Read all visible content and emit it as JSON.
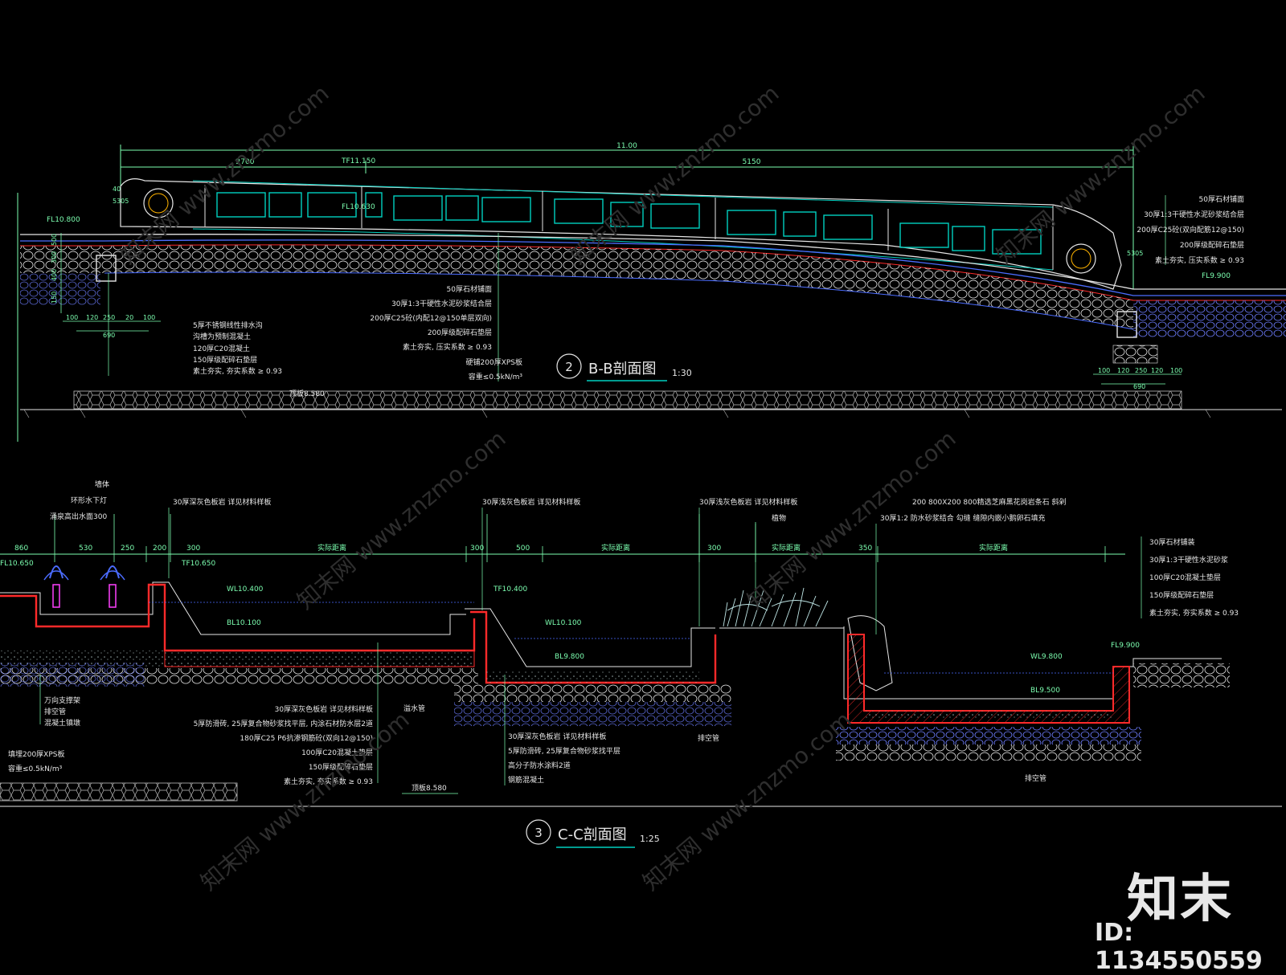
{
  "section_bb": {
    "number": "2",
    "title": "B-B剖面图",
    "scale": "1:30",
    "dims_top": {
      "total": "11.00",
      "left": "2700",
      "right": "5150"
    },
    "elevations": {
      "left_ground": "FL10.800",
      "top": "TF11.150",
      "deck": "FL10.630",
      "right_ground": "FL9.900",
      "base": "顶板8.580"
    },
    "side_marks": {
      "left": "5305",
      "right": "5305",
      "post": "40"
    },
    "left_dims": [
      "100",
      "120",
      "250",
      "20",
      "100"
    ],
    "left_dim_total": "690",
    "right_dims": [
      "100",
      "120",
      "250",
      "120",
      "100"
    ],
    "right_dim_total": "690",
    "vertical_dims": [
      "500",
      "300",
      "400",
      "150"
    ],
    "notes_right": [
      "50厚石材铺面",
      "30厚1:3干硬性水泥砂浆结合层",
      "200厚C25砼(双向配筋12@150)",
      "200厚级配碎石垫层",
      "素土夯实, 压实系数 ≥ 0.93"
    ],
    "notes_mid": [
      "50厚石材铺面",
      "30厚1:3干硬性水泥砂浆结合层",
      "200厚C25砼(内配12@150单层双向)",
      "200厚级配碎石垫层",
      "素土夯实, 压实系数 ≥ 0.93",
      "硬铺200厚XPS板",
      "容重≤0.5kN/m³"
    ],
    "notes_left": [
      "5厚不锈钢线性排水沟",
      "沟槽为预制混凝土",
      "120厚C20混凝土",
      "150厚级配碎石垫层",
      "素土夯实, 夯实系数 ≥ 0.93"
    ]
  },
  "section_cc": {
    "number": "3",
    "title": "C-C剖面图",
    "scale": "1:25",
    "top_labels": [
      "墙体",
      "环形水下灯",
      "涌泉高出水面300",
      "30厚深灰色板岩 详见材料样板",
      "30厚浅灰色板岩 详见材料样板",
      "30厚浅灰色板岩 详见材料样板",
      "植物",
      "200 800X200 800精选芝麻黑花岗岩条石 斜剁",
      "30厚1:2 防水砂浆结合 勾缝 缝隙内嵌小鹅卵石填充"
    ],
    "dims": [
      "860",
      "530",
      "250",
      "200",
      "300",
      "实际距离",
      "300",
      "500",
      "实际距离",
      "300",
      "实际距离",
      "350",
      "实际距离"
    ],
    "elevations": [
      "FL10.650",
      "TF10.650",
      "WL10.400",
      "BL10.100",
      "TF10.400",
      "WL10.100",
      "BL9.800",
      "WL9.800",
      "BL9.500",
      "FL9.900",
      "顶板8.580"
    ],
    "notes_right": [
      "30厚石材铺装",
      "30厚1:3干硬性水泥砂浆",
      "100厚C20混凝土垫层",
      "150厚级配碎石垫层",
      "素土夯实, 夯实系数 ≥ 0.93"
    ],
    "notes_bottom_left": [
      "万向支撑架",
      "排空管",
      "混凝土镇墩",
      "填埋200厚XPS板",
      "容重≤0.5kN/m³"
    ],
    "notes_bottom_mid": [
      "30厚深灰色板岩 详见材料样板",
      "5厚防滑砖, 25厚复合物砂浆找平层, 内涂石材防水层2道",
      "180厚C25 P6抗渗钢筋砼(双向12@150)",
      "100厚C20混凝土垫层",
      "150厚级配碎石垫层",
      "素土夯实, 夯实系数 ≥ 0.93"
    ],
    "notes_bottom_mid2": [
      "30厚深灰色板岩 详见材料样板",
      "5厚防滑砖, 25厚复合物砂浆找平层",
      "高分子防水涂料2道",
      "钢筋混凝土"
    ],
    "pipe_labels": [
      "溢水管",
      "排空管",
      "排空管"
    ]
  },
  "watermark": {
    "text": "知末网 www.znzmo.com"
  },
  "logo": {
    "text": "知末",
    "id": "ID: 1134550559"
  },
  "colors": {
    "background": "#000000",
    "line": "#39ff88",
    "dim": "#7cffb0",
    "red": "#ff2a2a",
    "blue": "#4b6cff",
    "cyan": "#00e5ff",
    "white": "#e6e6e6",
    "panel": "#00d0c0"
  }
}
